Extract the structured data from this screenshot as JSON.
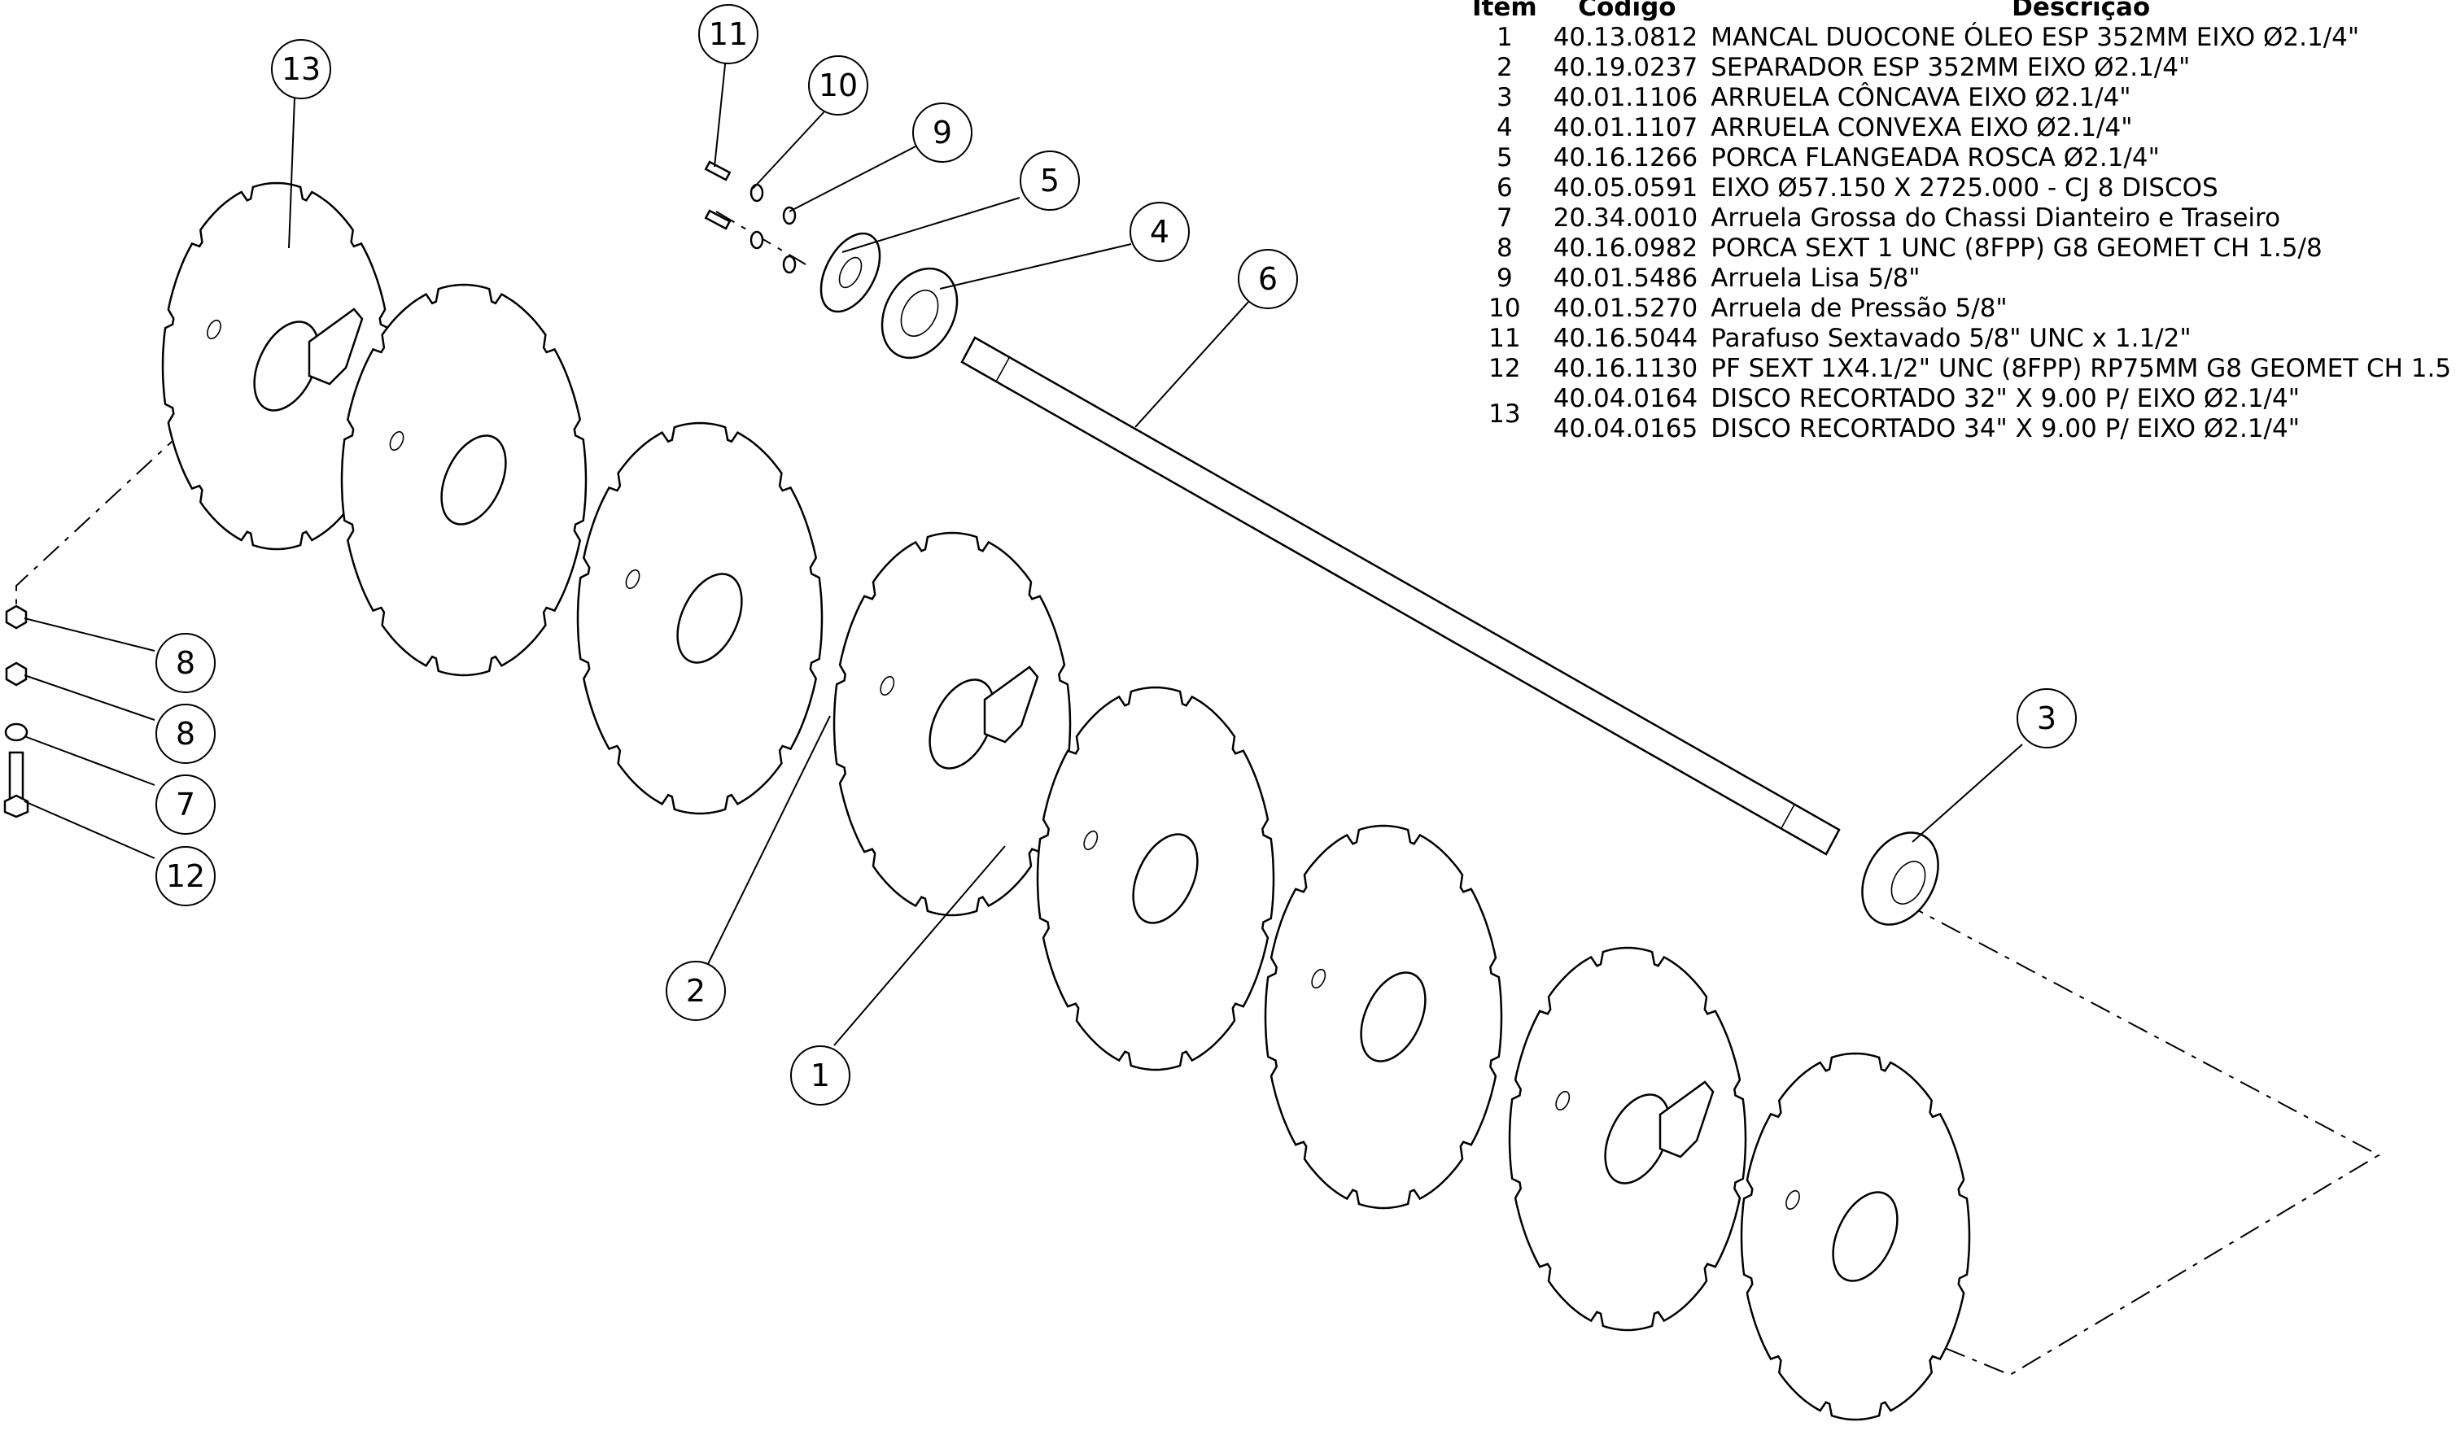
{
  "bom": {
    "headers": {
      "item": "Item",
      "code": "Código",
      "description": "Descrição"
    },
    "rows": [
      {
        "item": "1",
        "entries": [
          {
            "code": "40.13.0812",
            "description": "MANCAL DUOCONE ÓLEO ESP 352MM EIXO Ø2.1/4\""
          }
        ]
      },
      {
        "item": "2",
        "entries": [
          {
            "code": "40.19.0237",
            "description": "SEPARADOR ESP 352MM EIXO Ø2.1/4\""
          }
        ]
      },
      {
        "item": "3",
        "entries": [
          {
            "code": "40.01.1106",
            "description": "ARRUELA CÔNCAVA EIXO Ø2.1/4\""
          }
        ]
      },
      {
        "item": "4",
        "entries": [
          {
            "code": "40.01.1107",
            "description": "ARRUELA CONVEXA EIXO Ø2.1/4\""
          }
        ]
      },
      {
        "item": "5",
        "entries": [
          {
            "code": "40.16.1266",
            "description": "PORCA FLANGEADA ROSCA Ø2.1/4\""
          }
        ]
      },
      {
        "item": "6",
        "entries": [
          {
            "code": "40.05.0591",
            "description": "EIXO Ø57.150 X 2725.000 - CJ 8 DISCOS"
          }
        ]
      },
      {
        "item": "7",
        "entries": [
          {
            "code": "20.34.0010",
            "description": "Arruela Grossa do Chassi Dianteiro e Traseiro"
          }
        ]
      },
      {
        "item": "8",
        "entries": [
          {
            "code": "40.16.0982",
            "description": "PORCA SEXT 1 UNC (8FPP) G8 GEOMET CH 1.5/8"
          }
        ]
      },
      {
        "item": "9",
        "entries": [
          {
            "code": "40.01.5486",
            "description": "Arruela Lisa 5/8\""
          }
        ]
      },
      {
        "item": "10",
        "entries": [
          {
            "code": "40.01.5270",
            "description": "Arruela de Pressão 5/8\""
          }
        ]
      },
      {
        "item": "11",
        "entries": [
          {
            "code": "40.16.5044",
            "description": "Parafuso Sextavado 5/8\" UNC x 1.1/2\""
          }
        ]
      },
      {
        "item": "12",
        "entries": [
          {
            "code": "40.16.1130",
            "description": "PF SEXT 1X4.1/2\" UNC (8FPP) RP75MM G8 GEOMET CH 1.5"
          }
        ]
      },
      {
        "item": "13",
        "entries": [
          {
            "code": "40.04.0164",
            "description": "DISCO RECORTADO 32\" X 9.00 P/ EIXO Ø2.1/4\""
          },
          {
            "code": "40.04.0165",
            "description": "DISCO RECORTADO 34\" X 9.00 P/ EIXO Ø2.1/4\""
          }
        ]
      }
    ]
  },
  "balloons": [
    {
      "id": "b13",
      "label": "13"
    },
    {
      "id": "b11",
      "label": "11"
    },
    {
      "id": "b10",
      "label": "10"
    },
    {
      "id": "b9",
      "label": "9"
    },
    {
      "id": "b5",
      "label": "5"
    },
    {
      "id": "b4",
      "label": "4"
    },
    {
      "id": "b6",
      "label": "6"
    },
    {
      "id": "b3",
      "label": "3"
    },
    {
      "id": "b8a",
      "label": "8"
    },
    {
      "id": "b8b",
      "label": "8"
    },
    {
      "id": "b7",
      "label": "7"
    },
    {
      "id": "b12",
      "label": "12"
    },
    {
      "id": "b2",
      "label": "2"
    },
    {
      "id": "b1",
      "label": "1"
    }
  ]
}
